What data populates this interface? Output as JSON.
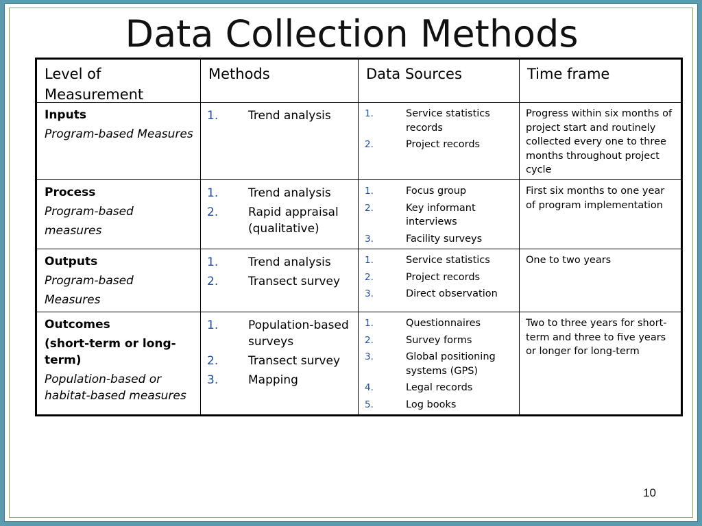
{
  "title": "Data Collection Methods",
  "page_number": "10",
  "headers": [
    "Level of Measurement",
    "Methods",
    "Data Sources",
    "Time frame"
  ],
  "rows": [
    {
      "level": "Inputs",
      "subtitle_lines": [
        {
          "text": "Program-based Measures",
          "bold": false,
          "italic": true
        }
      ],
      "methods": [
        "Trend analysis"
      ],
      "sources": [
        "Service statistics records",
        "Project records"
      ],
      "timeframe": "Progress within six months of project start and routinely collected every one to three months throughout project cycle"
    },
    {
      "level": "Process",
      "subtitle_lines": [
        {
          "text": "Program-based",
          "bold": false,
          "italic": true
        },
        {
          "text": "measures",
          "bold": false,
          "italic": true
        }
      ],
      "methods": [
        "Trend analysis",
        "Rapid appraisal (qualitative)"
      ],
      "sources": [
        "Focus group",
        "Key informant interviews",
        "Facility surveys"
      ],
      "timeframe": "First six months to one year of program implementation"
    },
    {
      "level": "Outputs",
      "subtitle_lines": [
        {
          "text": "Program-based",
          "bold": false,
          "italic": true
        },
        {
          "text": "Measures",
          "bold": false,
          "italic": true
        }
      ],
      "methods": [
        "Trend analysis",
        "Transect survey"
      ],
      "sources": [
        "Service statistics",
        "Project records",
        "Direct observation"
      ],
      "timeframe": "One to two years"
    },
    {
      "level": "Outcomes",
      "subtitle_lines": [
        {
          "text": "(short-term or long-term)",
          "bold": true,
          "italic": false
        },
        {
          "text": "Population-based or habitat-based measures",
          "bold": false,
          "italic": true
        }
      ],
      "methods": [
        "Population-based surveys",
        "Transect survey",
        "Mapping"
      ],
      "sources": [
        "Questionnaires",
        "Survey forms",
        "Global positioning systems (GPS)",
        "Legal records",
        "Log books"
      ],
      "timeframe": "Two to three years for short-term and three to five years or longer for long-term"
    }
  ]
}
